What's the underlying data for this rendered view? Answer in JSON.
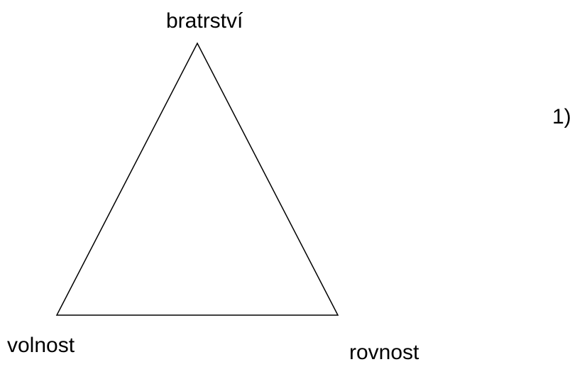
{
  "diagram": {
    "vertices": {
      "top": "bratrství",
      "bottom_left": "volnost",
      "bottom_right": "rovnost"
    },
    "number_label": "1)",
    "stroke_color": "#000000",
    "background_color": "#ffffff"
  }
}
